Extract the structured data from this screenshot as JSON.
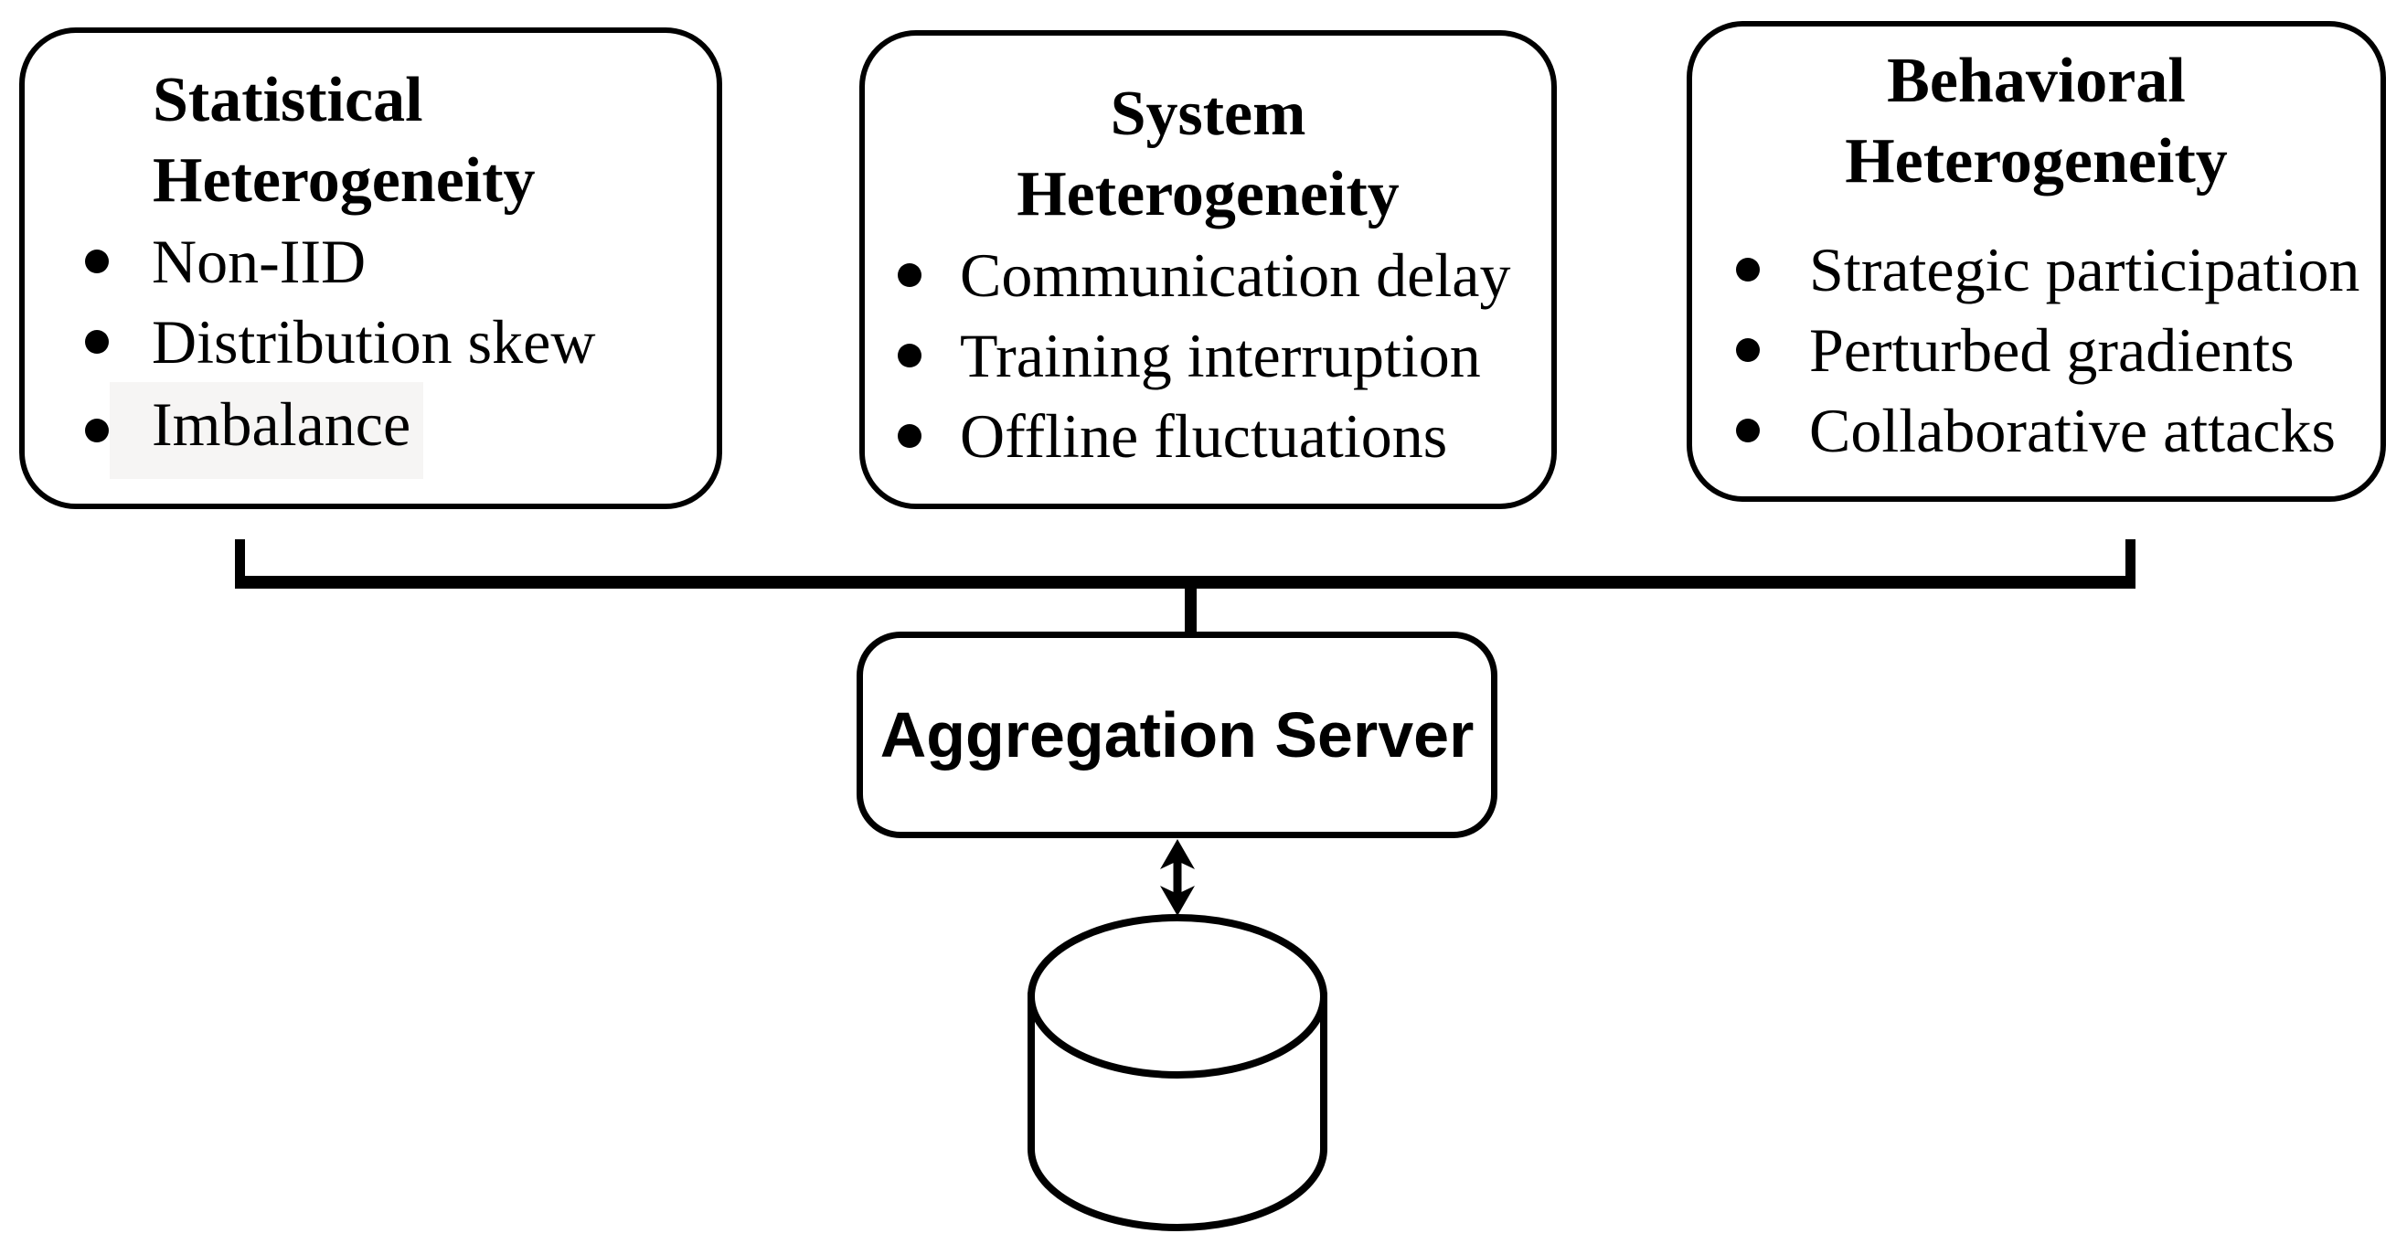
{
  "boxes": {
    "statistical": {
      "title_line1": "Statistical",
      "title_line2": "Heterogeneity",
      "bullets": [
        "Non-IID",
        "Distribution skew",
        "Imbalance"
      ]
    },
    "system": {
      "title_line1": "System",
      "title_line2": "Heterogeneity",
      "bullets": [
        "Communication delay",
        "Training interruption",
        "Offline fluctuations"
      ]
    },
    "behavioral": {
      "title_line1": "Behavioral",
      "title_line2": "Heterogeneity",
      "bullets": [
        "Strategic participation",
        "Perturbed gradients",
        "Collaborative attacks"
      ]
    }
  },
  "server": {
    "label": "Aggregation Server"
  },
  "icons": {
    "connector": "bracket-connector",
    "arrow": "double-headed-arrow-icon",
    "storage": "database-cylinder-icon"
  },
  "colors": {
    "stroke": "#000000",
    "text": "#000000",
    "background": "#ffffff",
    "highlight": "#f6f5f4"
  }
}
